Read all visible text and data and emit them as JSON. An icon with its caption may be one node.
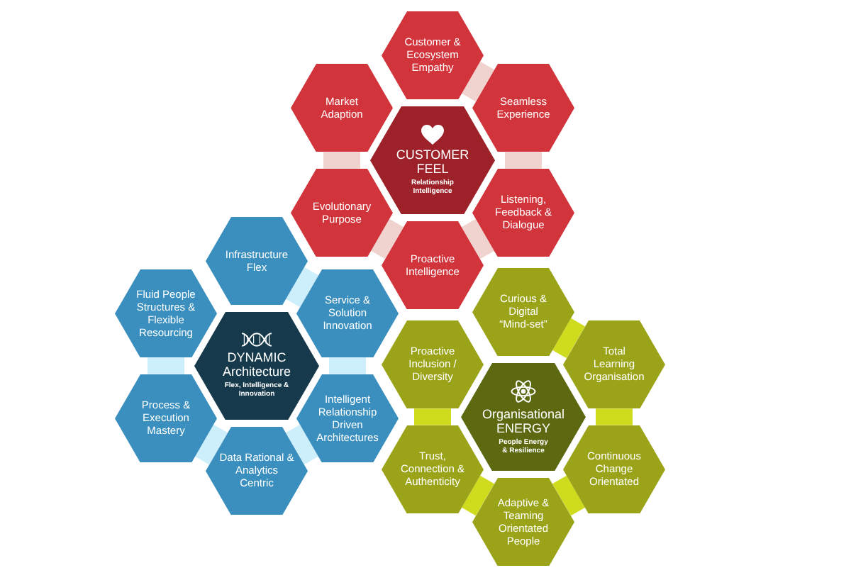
{
  "diagram": {
    "nodes": [
      {
        "text": [
          "Customer & Ecosystem Empathy"
        ]
      },
      {
        "text": [
          "Market Adaption"
        ]
      },
      {
        "text": [
          "Seamless Experience"
        ]
      },
      {
        "text": [
          "CUSTOMER FEEL",
          "Relationship Intelligence"
        ]
      },
      {
        "text": [
          "Evolutionary Purpose"
        ]
      },
      {
        "text": [
          "Listening, Feedback & Dialogue"
        ]
      },
      {
        "text": [
          "Proactive Intelligence"
        ]
      },
      {
        "text": [
          "Infrastructure Flex"
        ]
      },
      {
        "text": [
          "Fluid People Structures & Flexible Resourcing"
        ]
      },
      {
        "text": [
          "Service & Solution Innovation"
        ]
      },
      {
        "text": [
          "DYNAMIC Architecture",
          "Flex, Intelligence & Innovation"
        ]
      },
      {
        "text": [
          "Process & Execution Mastery"
        ]
      },
      {
        "text": [
          "Intelligent Relationship Driven Architectures"
        ]
      },
      {
        "text": [
          "Data Rational & Analytics Centric"
        ]
      },
      {
        "text": [
          "Curious & Digital “Mind-set”"
        ]
      },
      {
        "text": [
          "Proactive Inclusion / Diversity"
        ]
      },
      {
        "text": [
          "Total Learning Organisation"
        ]
      },
      {
        "text": [
          "Organisational ENERGY",
          "People Energy & Resilience"
        ]
      },
      {
        "text": [
          "Trust, Connection & Authenticity"
        ]
      },
      {
        "text": [
          "Continuous Change Orientated"
        ]
      },
      {
        "text": [
          "Adaptive & Teaming Orientated People"
        ]
      }
    ],
    "edges": [
      {
        "from": 0,
        "to": 2,
        "arrow": "none",
        "color": "#f0d3cf"
      },
      {
        "from": 2,
        "to": 5,
        "arrow": "none",
        "color": "#f0d3cf"
      },
      {
        "from": 5,
        "to": 6,
        "arrow": "none",
        "color": "#f0d3cf"
      },
      {
        "from": 6,
        "to": 4,
        "arrow": "none",
        "color": "#f0d3cf"
      },
      {
        "from": 4,
        "to": 1,
        "arrow": "none",
        "color": "#f0d3cf"
      },
      {
        "from": 7,
        "to": 9,
        "arrow": "none",
        "color": "#cdeefb"
      },
      {
        "from": 9,
        "to": 12,
        "arrow": "none",
        "color": "#cdeefb"
      },
      {
        "from": 12,
        "to": 13,
        "arrow": "none",
        "color": "#cdeefb"
      },
      {
        "from": 13,
        "to": 11,
        "arrow": "none",
        "color": "#cdeefb"
      },
      {
        "from": 11,
        "to": 8,
        "arrow": "none",
        "color": "#cdeefb"
      },
      {
        "from": 14,
        "to": 16,
        "arrow": "none",
        "color": "#cfdc1e"
      },
      {
        "from": 16,
        "to": 19,
        "arrow": "none",
        "color": "#cfdc1e"
      },
      {
        "from": 19,
        "to": 20,
        "arrow": "none",
        "color": "#cfdc1e"
      },
      {
        "from": 20,
        "to": 18,
        "arrow": "none",
        "color": "#cfdc1e"
      },
      {
        "from": 18,
        "to": 15,
        "arrow": "none",
        "color": "#cfdc1e"
      }
    ]
  }
}
